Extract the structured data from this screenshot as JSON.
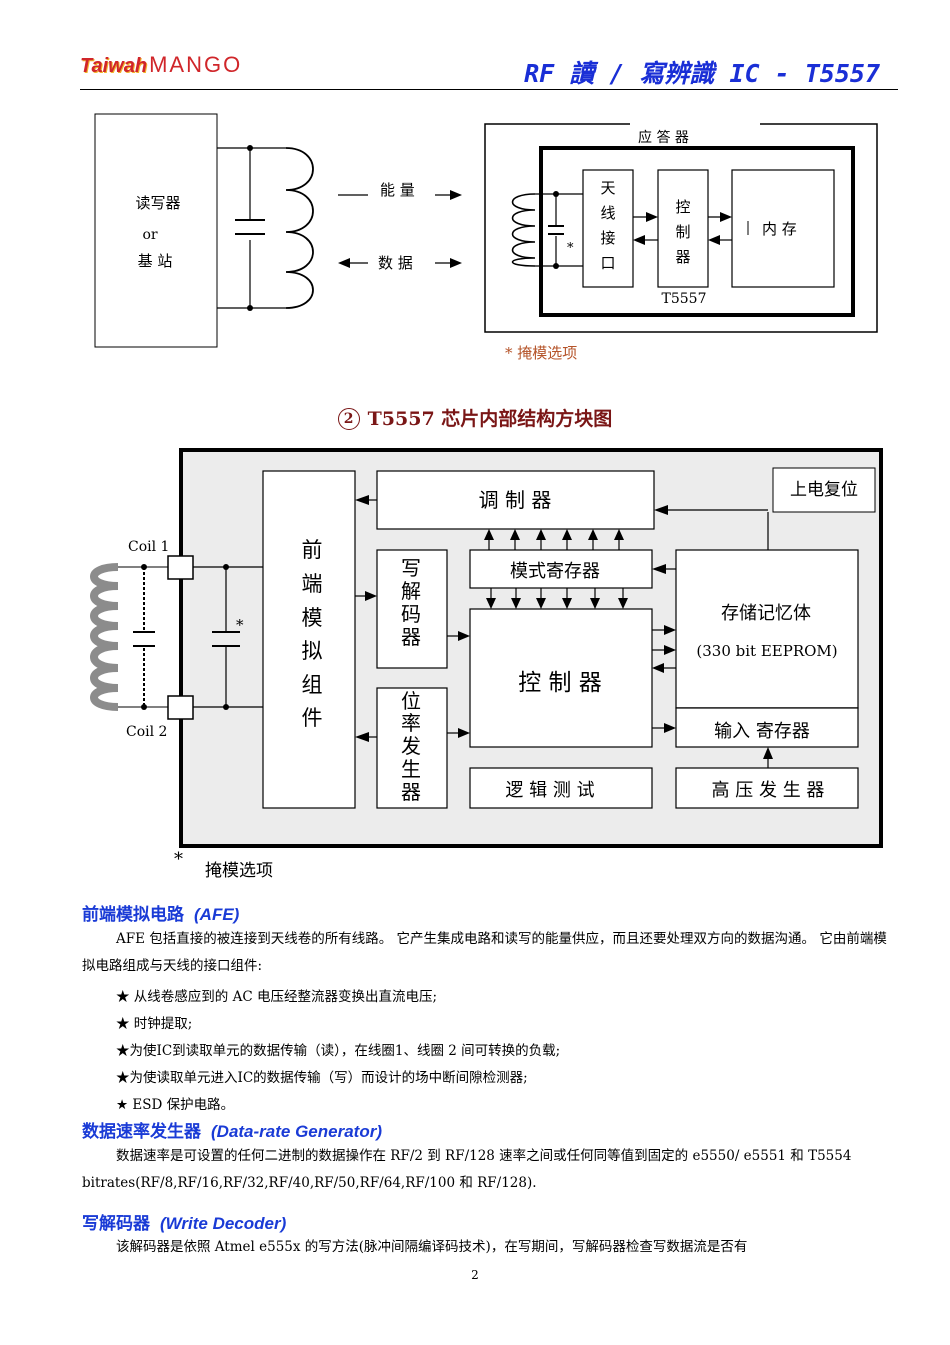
{
  "header": {
    "logo_part1": "Taiwah",
    "logo_part2": "MANGO",
    "title": "RF 讀 / 寫辨識 IC - T5557"
  },
  "figure1": {
    "reader_lines": [
      "读写器",
      "or",
      "基 站"
    ],
    "energy_label": "能 量",
    "data_label": "数 据",
    "transponder_label": "应 答 器",
    "antenna_if_chars": [
      "天",
      "线",
      "接",
      "口"
    ],
    "controller_chars": [
      "控",
      "制",
      "器"
    ],
    "memory_label": "内 存",
    "chip_label": "T5557",
    "star": "*",
    "mask_note": "*  掩模选项"
  },
  "figure2": {
    "title_number": "2",
    "title": "T5557 芯片内部结构方块图",
    "coil1": "Coil 1",
    "coil2": "Coil 2",
    "star": "*",
    "afe_chars": [
      "前",
      "端",
      "模",
      "拟",
      "组",
      "件"
    ],
    "modulator": "调 制 器",
    "por": "上电复位",
    "write_decoder_chars": [
      "写",
      "解",
      "码",
      "器"
    ],
    "mode_register": "模式寄存器",
    "memory": "存储记忆体",
    "memory_sub": "(330 bit EEPROM)",
    "controller": "控 制 器",
    "bitrate_chars": [
      "位",
      "率",
      "发",
      "生",
      "器"
    ],
    "input_register": "输入 寄存器",
    "logic_test": "逻 辑 测 试",
    "hv_generator": "高 压  发 生 器",
    "mask_note": "掩模选项"
  },
  "sections": [
    {
      "heading_cn": "前端模拟电路",
      "heading_en": "(AFE)",
      "paragraph": "AFE 包括直接的被连接到天线卷的所有线路。 它产生集成电路和读写的能量供应，而且还要处理双方向的数据沟通。 它由前端模拟电路组成与天线的接口组件:",
      "bullets": [
        "★ 从线卷感应到的 AC 电压经整流器变换出直流电压;",
        "★ 时钟提取;",
        "★为使IC到读取单元的数据传输（读），在线圈1、线圈 2 间可转换的负载;",
        "★为使读取单元进入IC的数据传输（写）而设计的场中断间隙检测器;",
        "★ ESD 保护电路。"
      ]
    },
    {
      "heading_cn": "数据速率发生器",
      "heading_en": "(Data-rate Generator)",
      "paragraph": "数据速率是可设置的任何二进制的数据操作在 RF/2 到 RF/128 速率之间或任何同等值到固定的 e5550/ e5551 和 T5554 bitrates(RF/8,RF/16,RF/32,RF/40,RF/50,RF/64,RF/100 和 RF/128)."
    },
    {
      "heading_cn": "写解码器",
      "heading_en": "(Write Decoder)",
      "paragraph": "该解码器是依照 Atmel e555x 的写方法(脉冲间隔编译码技术)，在写期间，写解码器检查写数据流是否有"
    }
  ],
  "page_number": "2"
}
